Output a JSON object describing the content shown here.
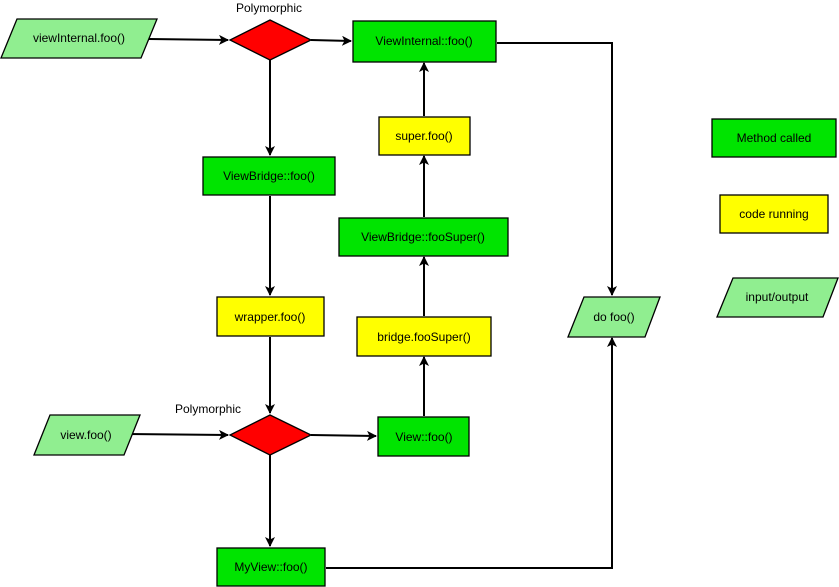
{
  "colors": {
    "method": "#00e400",
    "code": "#ffff00",
    "io": "#90ee90",
    "decision": "#ff0000",
    "stroke": "#000000"
  },
  "nodes": {
    "viewinternal_input": "viewInternal.foo()",
    "decision_top_label": "Polymorphic",
    "viewinternal_foo": "ViewInternal::foo()",
    "super_foo": "super.foo()",
    "viewbridge_foo": "ViewBridge::foo()",
    "viewbridge_foosuper": "ViewBridge::fooSuper()",
    "wrapper_foo": "wrapper.foo()",
    "bridge_foosuper": "bridge.fooSuper()",
    "do_foo": "do foo()",
    "decision_bottom_label": "Polymorphic",
    "view_input": "view.foo()",
    "view_foo": "View::foo()",
    "myview_foo": "MyView::foo()"
  },
  "legend": {
    "method_called": "Method called",
    "code_running": "code running",
    "input_output": "input/output"
  }
}
